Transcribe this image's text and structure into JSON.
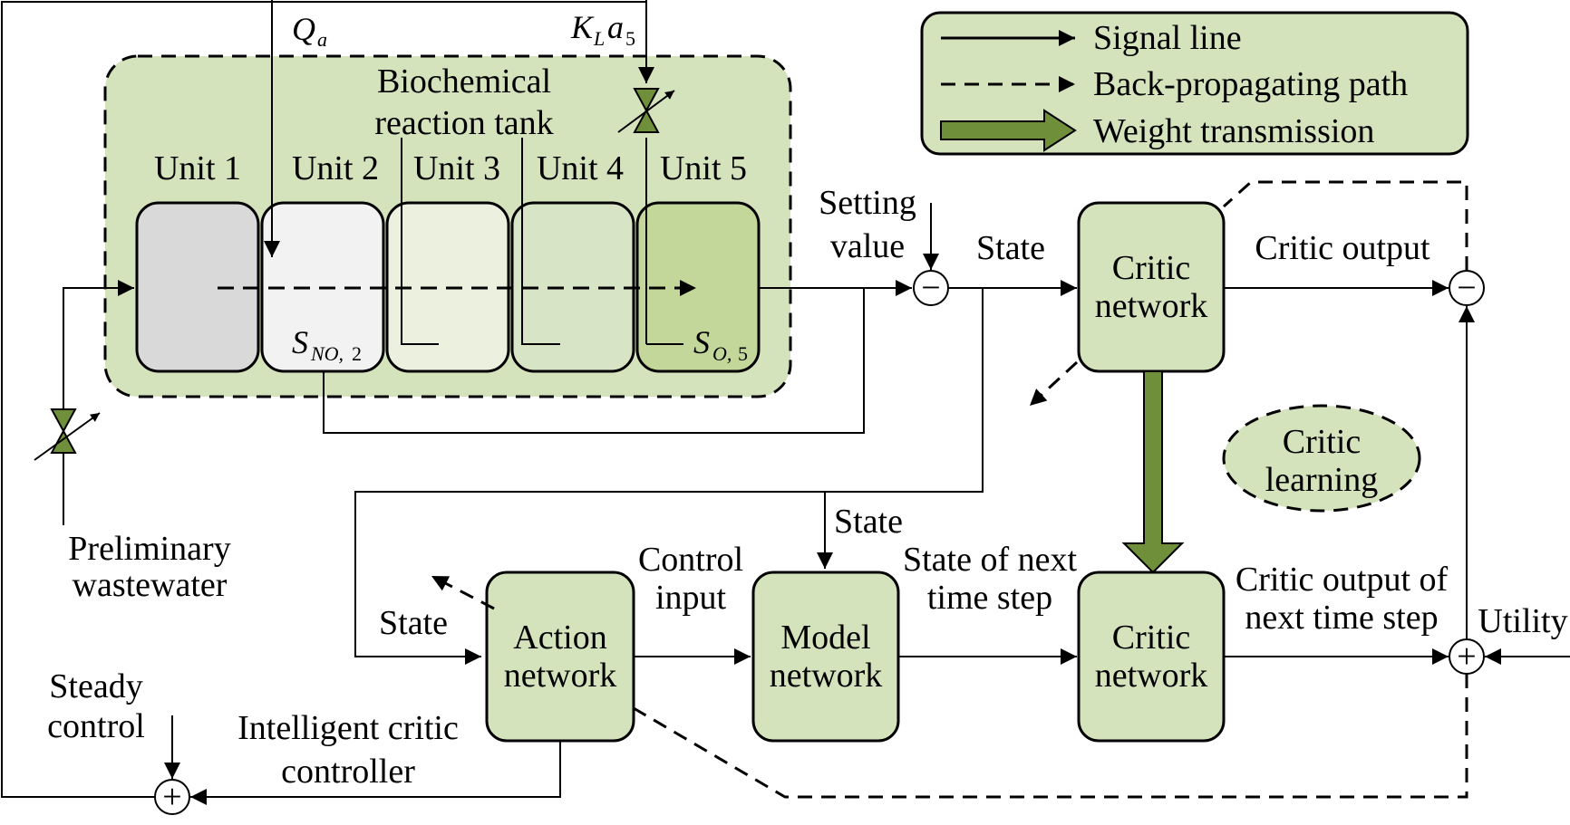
{
  "colors": {
    "panel_fill": "#d5e3bd",
    "box_fill": "#d5e3bd",
    "unit_fills": [
      "#d9d9d9",
      "#f2f2f2",
      "#ebf1de",
      "#d8e4c6",
      "#c4d79b"
    ],
    "arrow_fill": "#6f8f3a",
    "valve_fill": "#6f8f3a",
    "line": "#000000"
  },
  "legend": {
    "signal_line": "Signal line",
    "back_path": "Back-propagating  path",
    "weight_transmission": "Weight transmission"
  },
  "tank": {
    "title_line1": "Biochemical",
    "title_line2": "reaction tank",
    "units": [
      "Unit 1",
      "Unit 2",
      "Unit 3",
      "Unit 4",
      "Unit 5"
    ]
  },
  "symbols": {
    "qa_main": "Q",
    "qa_sub": "a",
    "kla_k": "K",
    "kla_l": "L",
    "kla_a": "a",
    "kla_5": "5",
    "sno_main": "S",
    "sno_sub": "NO,",
    "sno_num": "2",
    "so_main": "S",
    "so_sub": "O,",
    "so_num": "5"
  },
  "labels": {
    "setting_value_1": "Setting",
    "setting_value_2": "value",
    "state_top": "State",
    "critic_output": "Critic output",
    "critic_learning_1": "Critic",
    "critic_learning_2": "learning",
    "state_mid": "State",
    "state_left": "State",
    "control_input_1": "Control",
    "control_input_2": "input",
    "state_next_1": "State of next",
    "state_next_2": "time step",
    "critic_output_next_1": "Critic output of",
    "critic_output_next_2": "next time step",
    "utility": "Utility",
    "preliminary_1": "Preliminary",
    "preliminary_2": "wastewater",
    "steady_control_1": "Steady",
    "steady_control_2": "control",
    "intelligent_1": "Intelligent critic",
    "intelligent_2": "controller"
  },
  "blocks": {
    "critic_top_1": "Critic",
    "critic_top_2": "network",
    "critic_bottom_1": "Critic",
    "critic_bottom_2": "network",
    "action_1": "Action",
    "action_2": "network",
    "model_1": "Model",
    "model_2": "network"
  },
  "operators": {
    "minus": "−",
    "plus": "+"
  }
}
